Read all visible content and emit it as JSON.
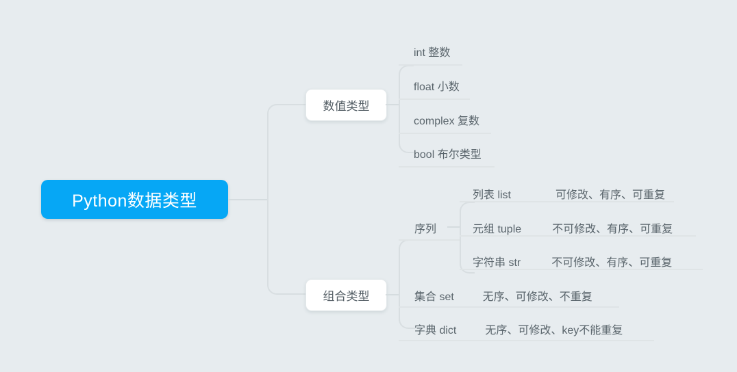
{
  "diagram": {
    "type": "mindmap",
    "title": "Python数据类型",
    "background_color": "#e7ecef",
    "root": {
      "label": "Python数据类型",
      "fill_color": "#06a7f5",
      "text_color": "#ffffff"
    },
    "branches": [
      {
        "label": "数值类型",
        "children": [
          {
            "term": "int 整数",
            "desc": ""
          },
          {
            "term": "float 小数",
            "desc": ""
          },
          {
            "term": "complex 复数",
            "desc": ""
          },
          {
            "term": "bool 布尔类型",
            "desc": ""
          }
        ]
      },
      {
        "label": "组合类型",
        "children": [
          {
            "label": "序列",
            "children": [
              {
                "term": "列表 list",
                "desc": "可修改、有序、可重复"
              },
              {
                "term": "元组 tuple",
                "desc": "不可修改、有序、可重复"
              },
              {
                "term": "字符串 str",
                "desc": "不可修改、有序、可重复"
              }
            ]
          },
          {
            "term": "集合 set",
            "desc": "无序、可修改、不重复"
          },
          {
            "term": "字典 dict",
            "desc": "无序、可修改、key不能重复"
          }
        ]
      }
    ]
  }
}
